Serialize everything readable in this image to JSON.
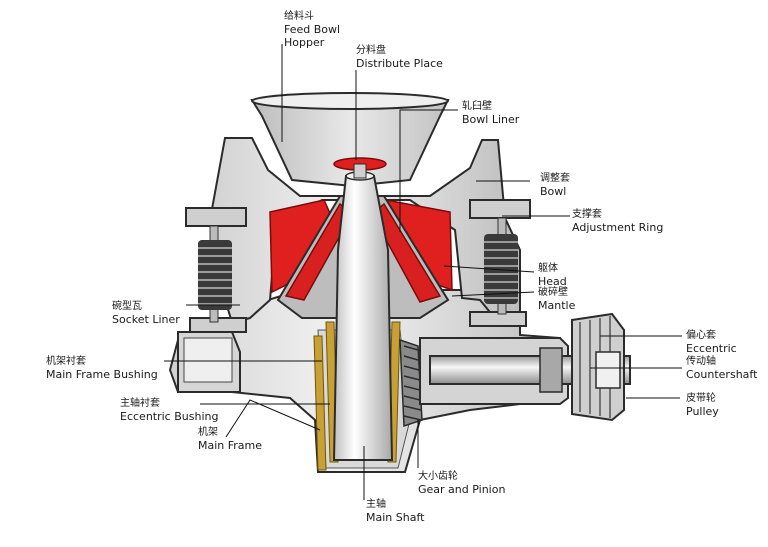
{
  "colors": {
    "steel_light": "#e9e9e9",
    "steel_mid": "#c9c9c9",
    "steel_dark": "#6f6f6f",
    "outline": "#2b2b2b",
    "liner_red": "#e0201f",
    "bushing_gold": "#c9a034",
    "spring": "#3a3a3a"
  },
  "labels": {
    "feed_bowl_hopper": {
      "cn": "给料斗",
      "en1": "Feed Bowl",
      "en2": "Hopper"
    },
    "distribute_place": {
      "cn": "分料盘",
      "en": "Distribute Place"
    },
    "bowl_liner": {
      "cn": "轧臼壁",
      "en": "Bowl Liner"
    },
    "bowl": {
      "cn": "调整套",
      "en": "Bowl"
    },
    "adjustment_ring": {
      "cn": "支撑套",
      "en": "Adjustment Ring"
    },
    "head": {
      "cn": "躯体",
      "en": "Head"
    },
    "mantle": {
      "cn": "破碎壁",
      "en": "Mantle"
    },
    "socket_liner": {
      "cn": "碗型瓦",
      "en": "Socket Liner"
    },
    "main_frame_bushing": {
      "cn": "机架衬套",
      "en": "Main Frame Bushing"
    },
    "eccentric_bushing": {
      "cn": "主轴衬套",
      "en": "Eccentric Bushing"
    },
    "main_frame": {
      "cn": "机架",
      "en": "Main Frame"
    },
    "gear_and_pinion": {
      "cn": "大小齿轮",
      "en": "Gear and Pinion"
    },
    "main_shaft": {
      "cn": "主轴",
      "en": "Main Shaft"
    },
    "eccentric": {
      "cn": "偏心套",
      "en": "Eccentric"
    },
    "countershaft": {
      "cn": "传动轴",
      "en": "Countershaft"
    },
    "pulley": {
      "cn": "皮带轮",
      "en": "Pulley"
    }
  }
}
